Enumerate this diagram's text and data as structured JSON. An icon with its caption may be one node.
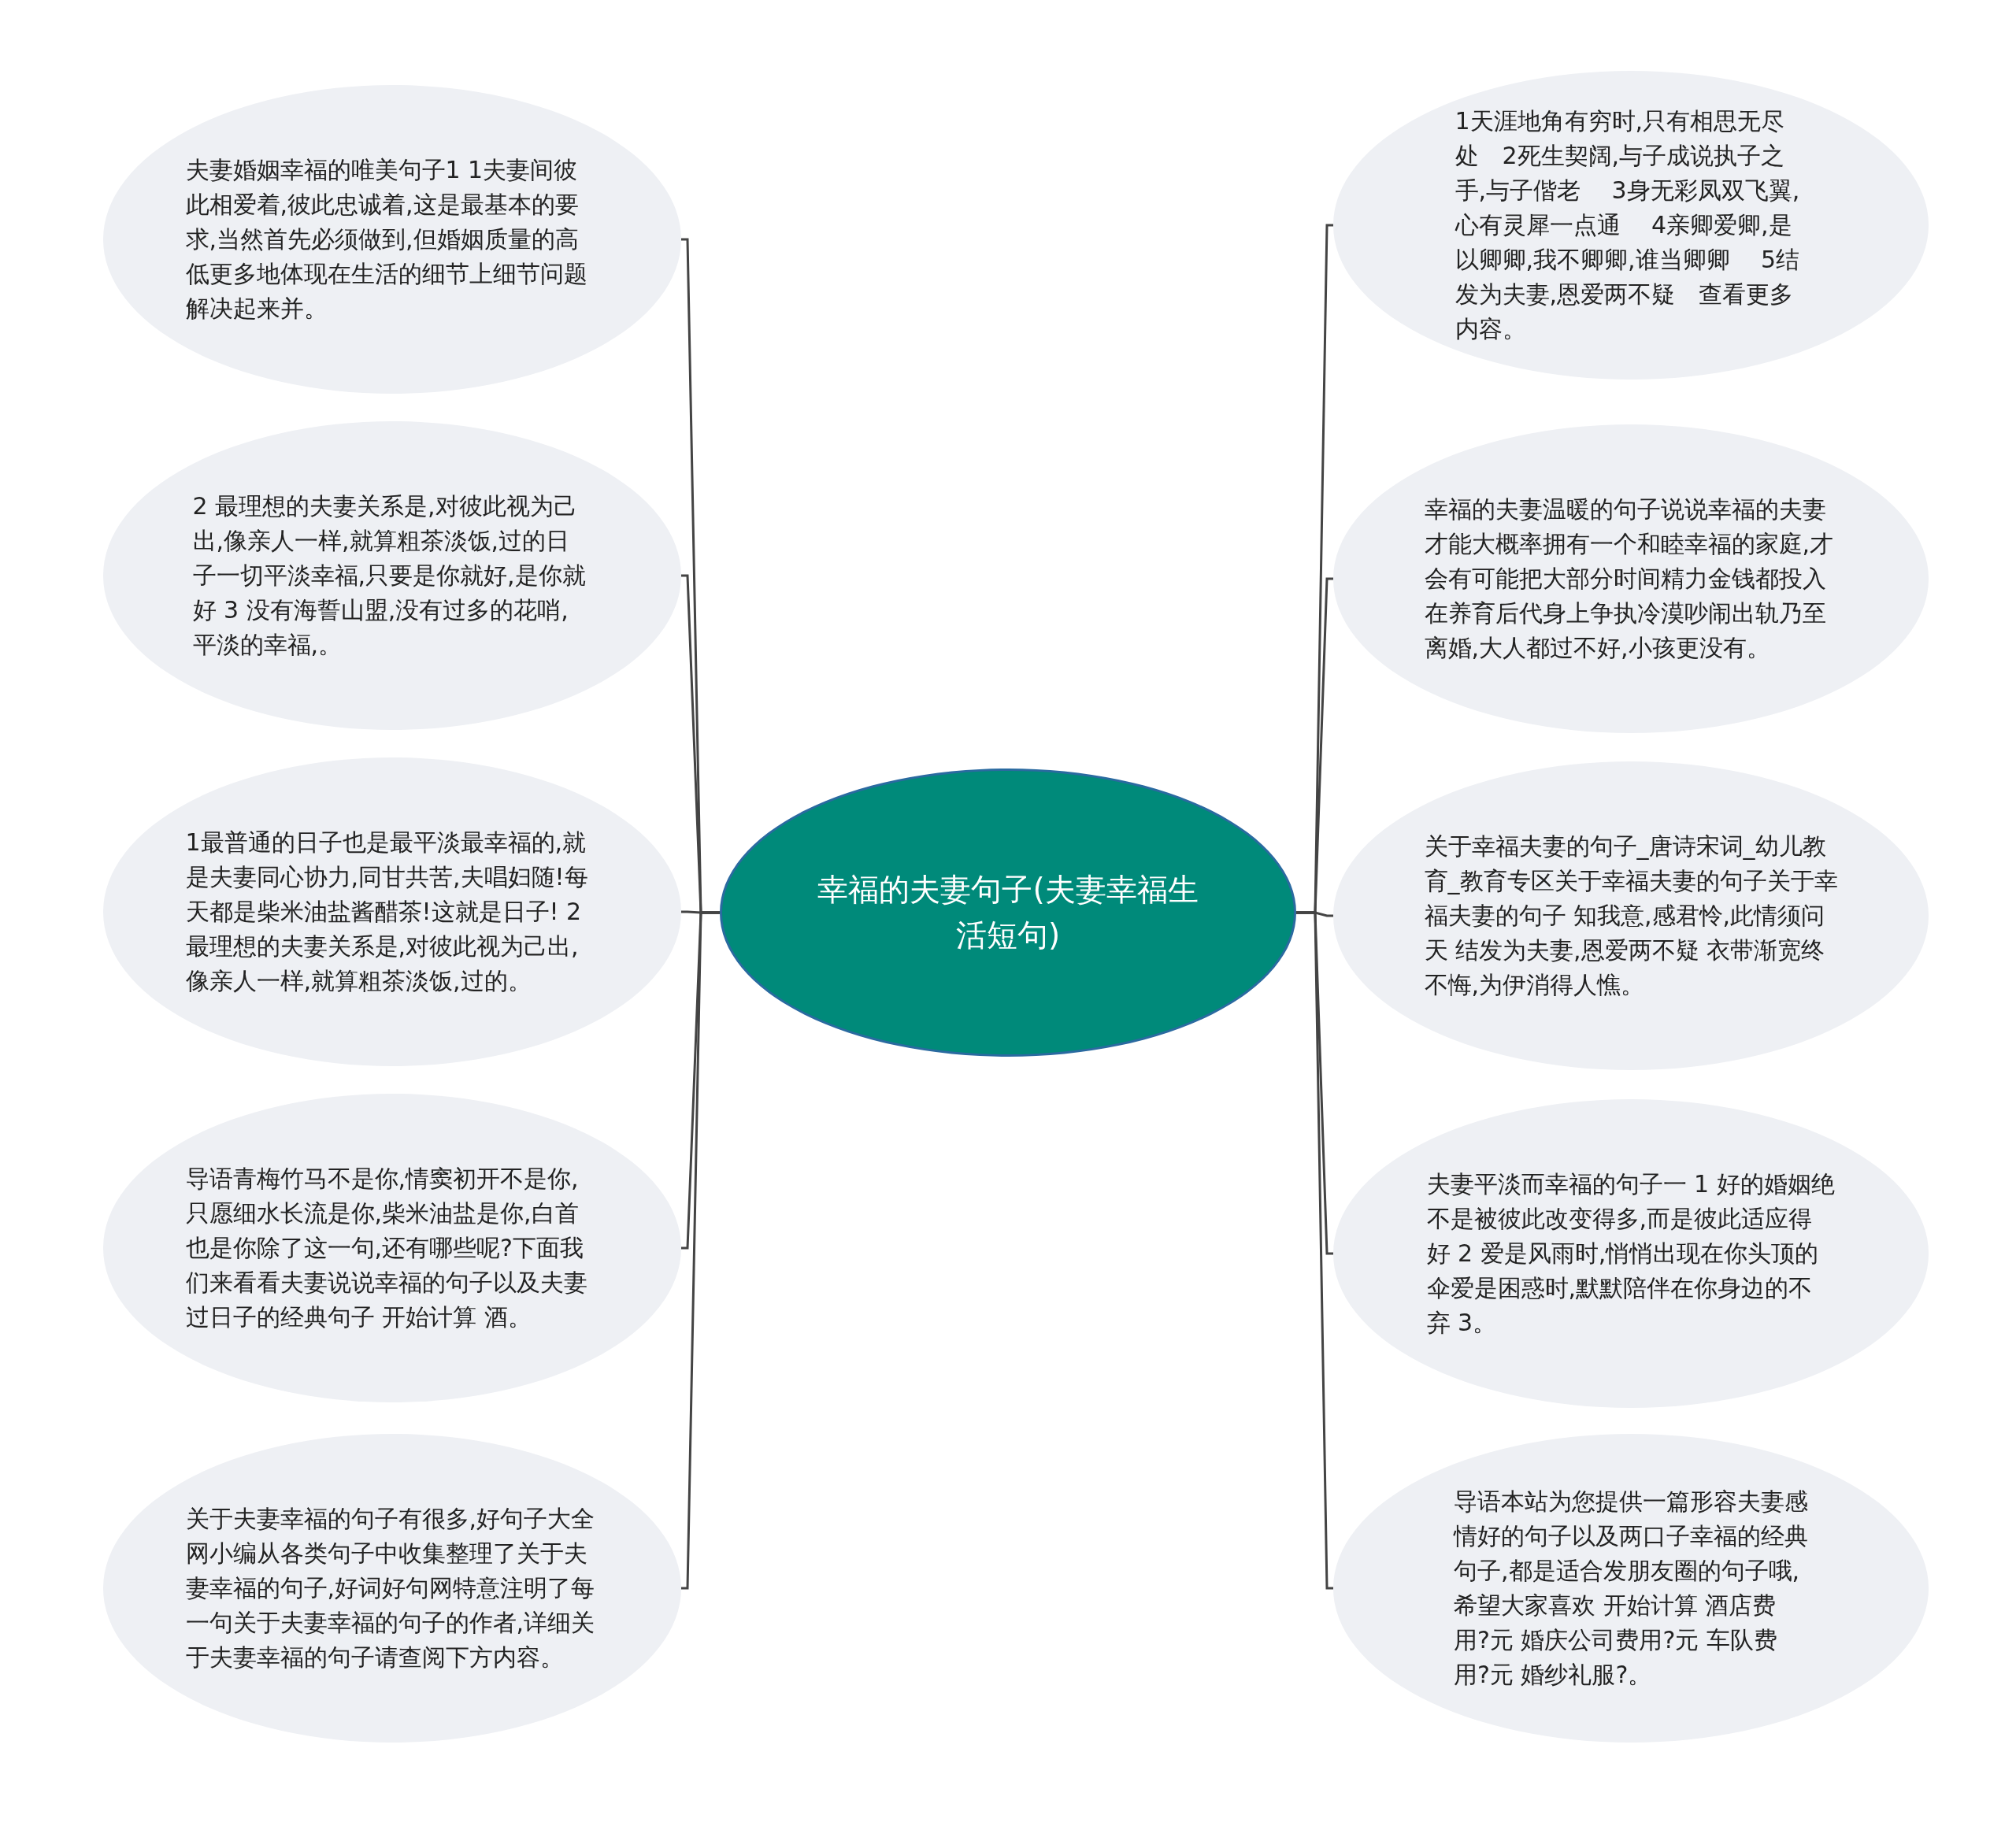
{
  "diagram": {
    "nodes": [
      {
        "text": [
          "幸福的夫妻句子(夫妻幸福生活短句)"
        ]
      },
      {
        "text": [
          "夫妻婚姻幸福的唯美句子1 1夫妻间彼此相爱着,彼此忠诚着,这是最基本的要求,当然首先必须做到,但婚姻质量的高低更多地体现在生活的细节上细节问题解决起来并。"
        ]
      },
      {
        "text": [
          "2 最理想的夫妻关系是,对彼此视为己出,像亲人一样,就算粗茶淡饭,过的日子一切平淡幸福,只要是你就好,是你就好 3 没有海誓山盟,没有过多的花哨,平淡的幸福,。"
        ]
      },
      {
        "text": [
          "1最普通的日子也是最平淡最幸福的,就是夫妻同心协力,同甘共苦,夫唱妇随!每天都是柴米油盐酱醋茶!这就是日子! 2最理想的夫妻关系是,对彼此视为己出,像亲人一样,就算粗茶淡饭,过的。"
        ]
      },
      {
        "text": [
          "导语青梅竹马不是你,情窦初开不是你,只愿细水长流是你,柴米油盐是你,白首也是你除了这一句,还有哪些呢?下面我们来看看夫妻说说幸福的句子以及夫妻过日子的经典句子 开始计算 酒。"
        ]
      },
      {
        "text": [
          "关于夫妻幸福的句子有很多,好句子大全网小编从各类句子中收集整理了关于夫妻幸福的句子,好词好句网特意注明了每一句关于夫妻幸福的句子的作者,详细关于夫妻幸福的句子请查阅下方内容。"
        ]
      },
      {
        "text": [
          "1天涯地角有穷时,只有相思无尽处　2死生契阔,与子成说执子之手,与子偕老　 3身无彩凤双飞翼,心有灵犀一点通　 4亲卿爱卿,是以卿卿,我不卿卿,谁当卿卿　 5结发为夫妻,恩爱两不疑　查看更多内容。"
        ]
      },
      {
        "text": [
          "幸福的夫妻温暖的句子说说幸福的夫妻才能大概率拥有一个和睦幸福的家庭,才会有可能把大部分时间精力金钱都投入在养育后代身上争执冷漠吵闹出轨乃至离婚,大人都过不好,小孩更没有。"
        ]
      },
      {
        "text": [
          "关于幸福夫妻的句子_唐诗宋词_幼儿教育_教育专区关于幸福夫妻的句子关于幸福夫妻的句子 知我意,感君怜,此情须问天 结发为夫妻,恩爱两不疑 衣带渐宽终不悔,为伊消得人憔。"
        ]
      },
      {
        "text": [
          "夫妻平淡而幸福的句子一 1 好的婚姻绝不是被彼此改变得多,而是彼此适应得好 2 爱是风雨时,悄悄出现在你头顶的伞爱是困惑时,默默陪伴在你身边的不弃 3。"
        ]
      },
      {
        "text": [
          "导语本站为您提供一篇形容夫妻感情好的句子以及两口子幸福的经典句子,都是适合发朋友圈的句子哦,希望大家喜欢 开始计算 酒店费用?元 婚庆公司费用?元 车队费用?元 婚纱礼服?。"
        ]
      }
    ],
    "edges": [
      {
        "from": 0,
        "to": 1,
        "arrow": "none"
      },
      {
        "from": 0,
        "to": 2,
        "arrow": "none"
      },
      {
        "from": 0,
        "to": 3,
        "arrow": "none"
      },
      {
        "from": 0,
        "to": 4,
        "arrow": "none"
      },
      {
        "from": 0,
        "to": 5,
        "arrow": "none"
      },
      {
        "from": 0,
        "to": 6,
        "arrow": "none"
      },
      {
        "from": 0,
        "to": 7,
        "arrow": "none"
      },
      {
        "from": 0,
        "to": 8,
        "arrow": "none"
      },
      {
        "from": 0,
        "to": 9,
        "arrow": "none"
      },
      {
        "from": 0,
        "to": 10,
        "arrow": "none"
      }
    ]
  }
}
